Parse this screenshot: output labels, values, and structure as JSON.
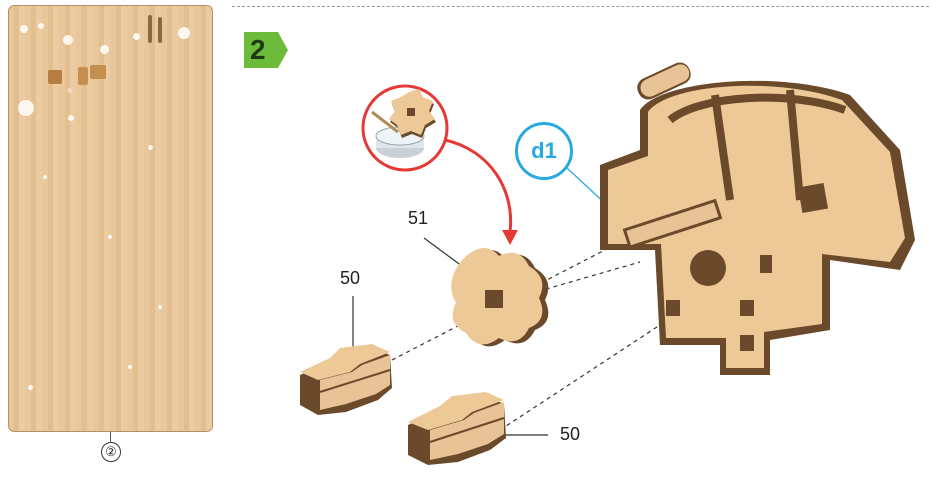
{
  "sheet": {
    "number": "②"
  },
  "step": {
    "number": "2"
  },
  "labels": {
    "callout": "d1",
    "part_51": "51",
    "part_50_left": "50",
    "part_50_right": "50"
  },
  "icons": [
    "glue-icon",
    "gear-part-icon"
  ],
  "colors": {
    "step_green": "#6dbb3a",
    "callout_blue": "#28a9e0",
    "arrow_red": "#e53935",
    "wood": "#e8c395",
    "wood_dark": "#6b4a2b"
  }
}
